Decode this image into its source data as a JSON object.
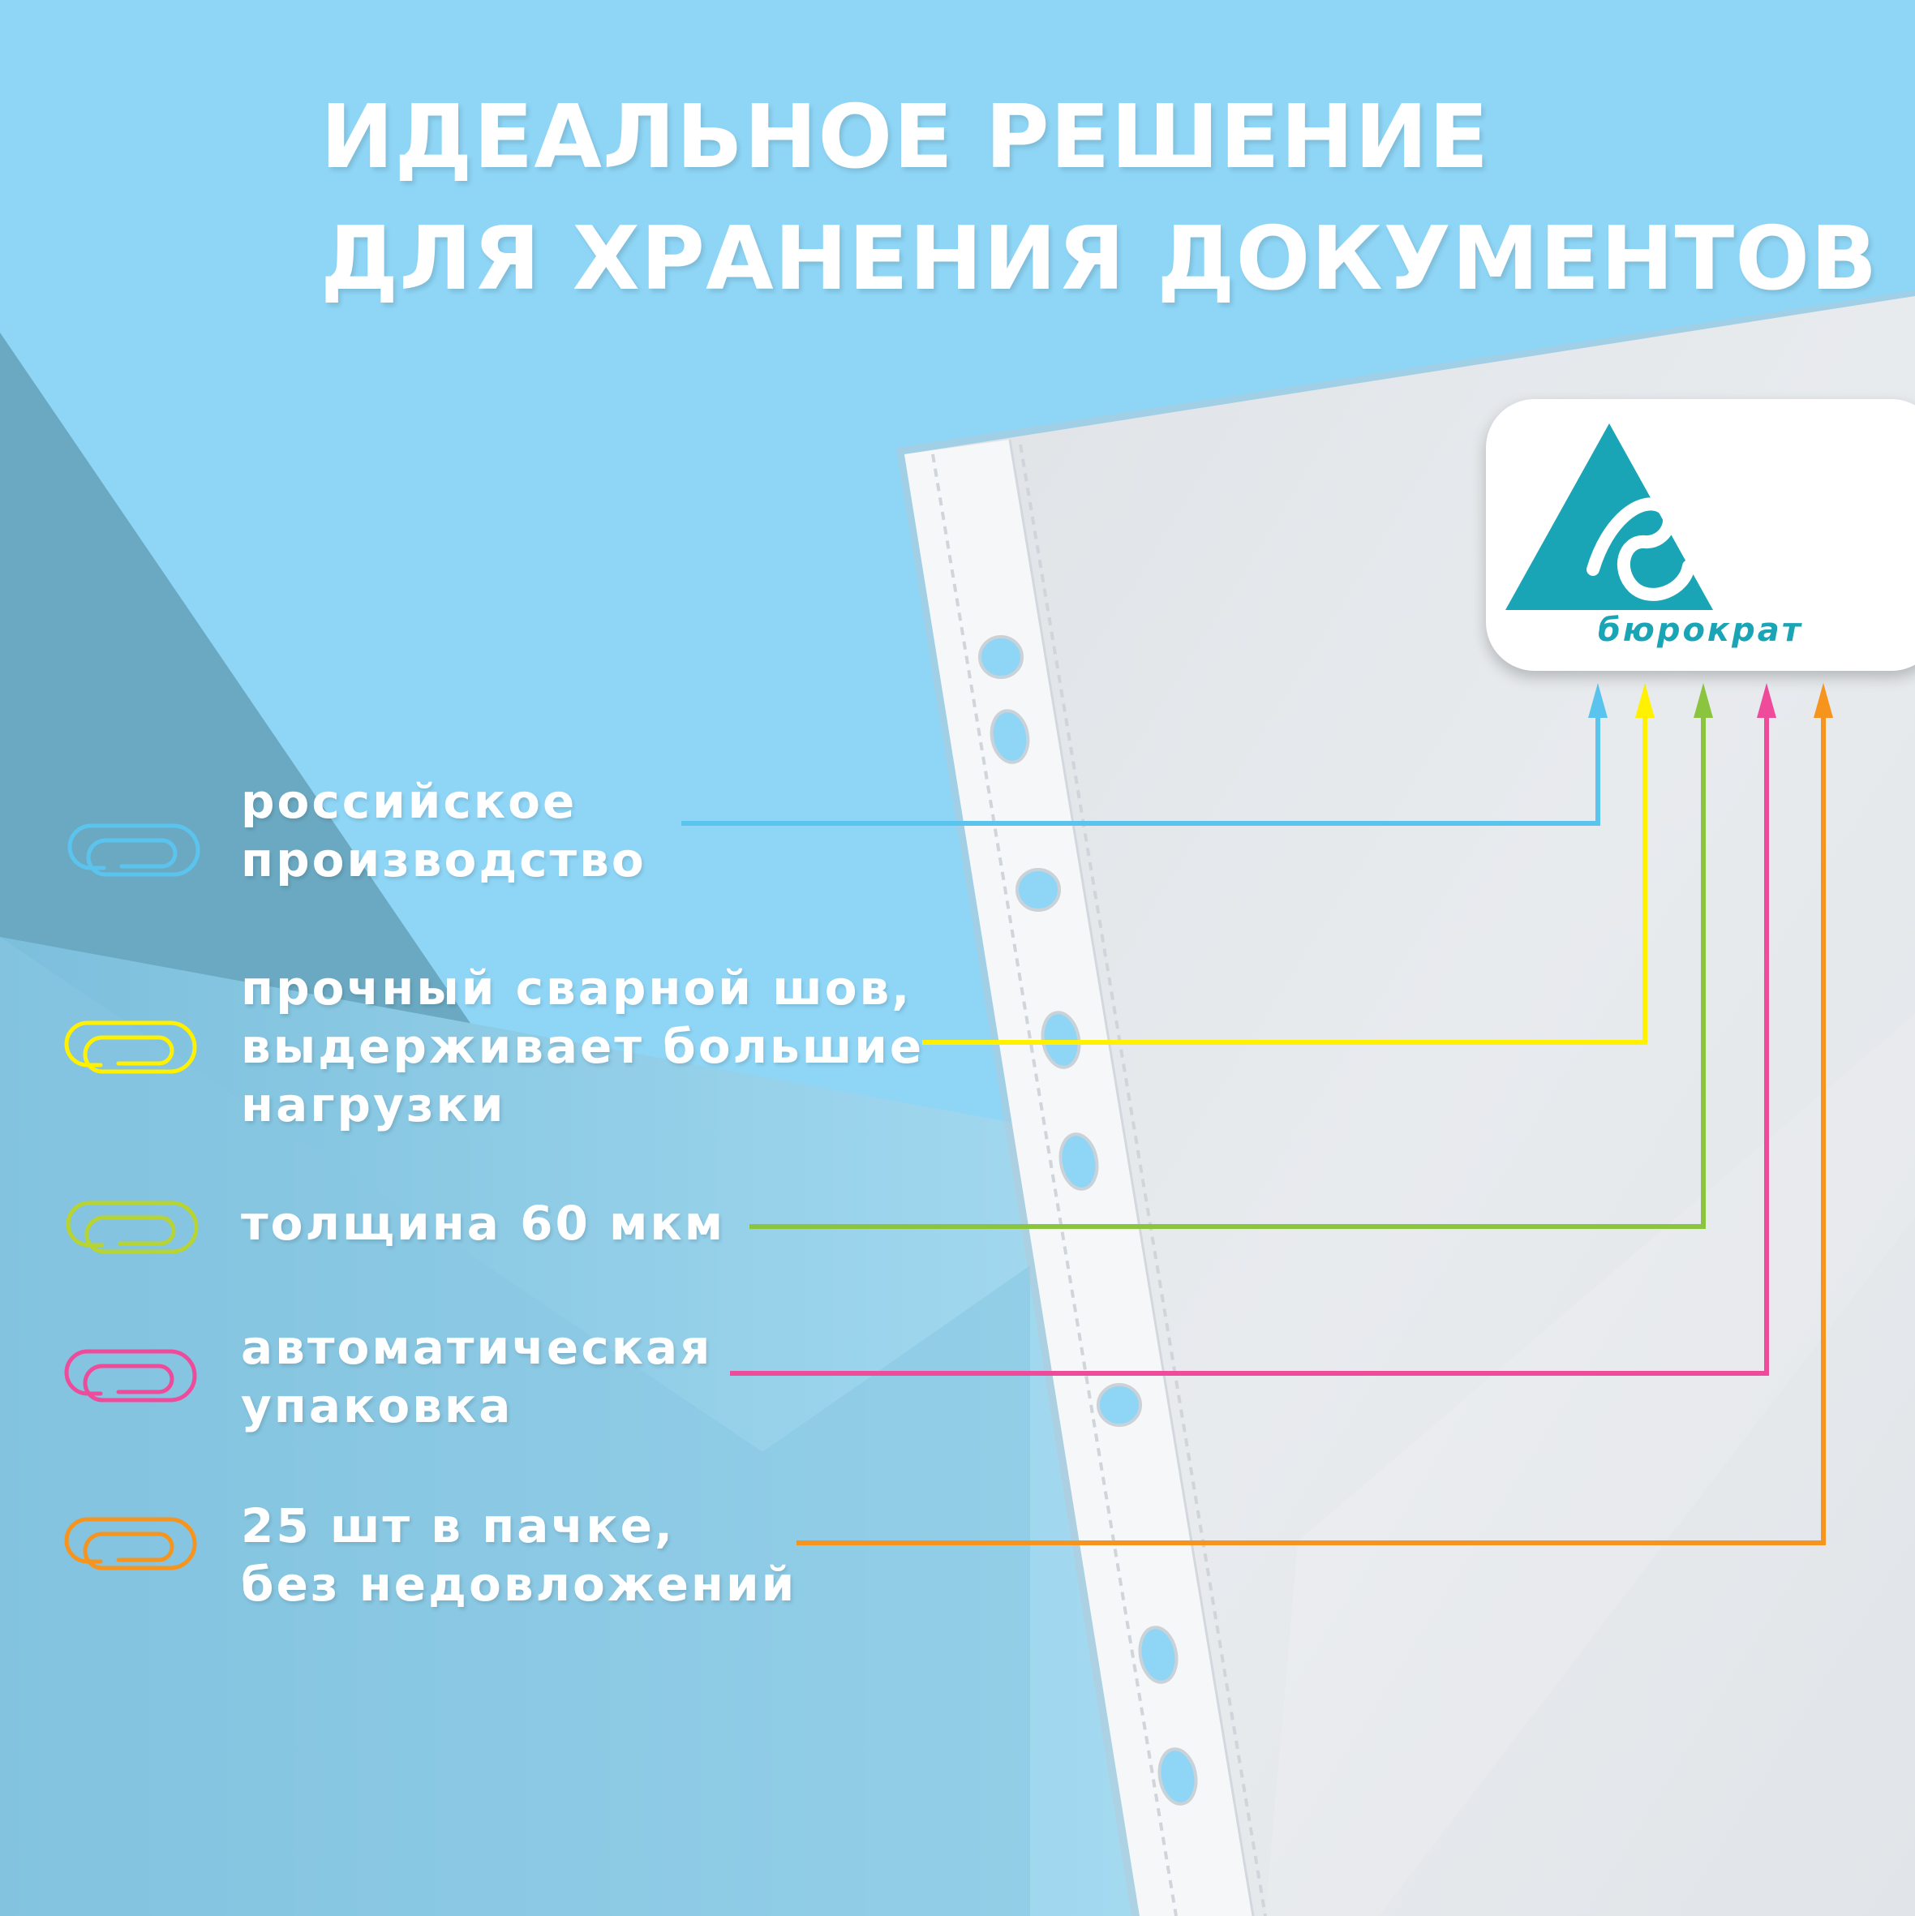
{
  "headline": {
    "line1": "ИДЕАЛЬНОЕ РЕШЕНИЕ",
    "line2": "ДЛЯ ХРАНЕНИЯ ДОКУМЕНТОВ"
  },
  "brand": {
    "name": "бюрократ",
    "color": "#1aa5b6"
  },
  "features": [
    {
      "lines": [
        "российское",
        "производство"
      ],
      "color": "#5bc4ee",
      "icon": "paperclip-icon"
    },
    {
      "lines": [
        "прочный сварной шов,",
        "выдерживает большие",
        "нагрузки"
      ],
      "color": "#fff100",
      "icon": "paperclip-icon"
    },
    {
      "lines": [
        "толщина 60 мкм"
      ],
      "color": "#8bc53f",
      "icon": "paperclip-icon"
    },
    {
      "lines": [
        "автоматическая",
        "упаковка"
      ],
      "color": "#ee4b9b",
      "icon": "paperclip-icon"
    },
    {
      "lines": [
        "25 шт в пачке,",
        "без недовложений"
      ],
      "color": "#f7941d",
      "icon": "paperclip-icon"
    }
  ],
  "colors": {
    "background": "#8fd6f6",
    "shadow_band": "#6ba9c2",
    "sheet": "#e4e8ec",
    "sheet_edge": "#f6f7f8"
  }
}
